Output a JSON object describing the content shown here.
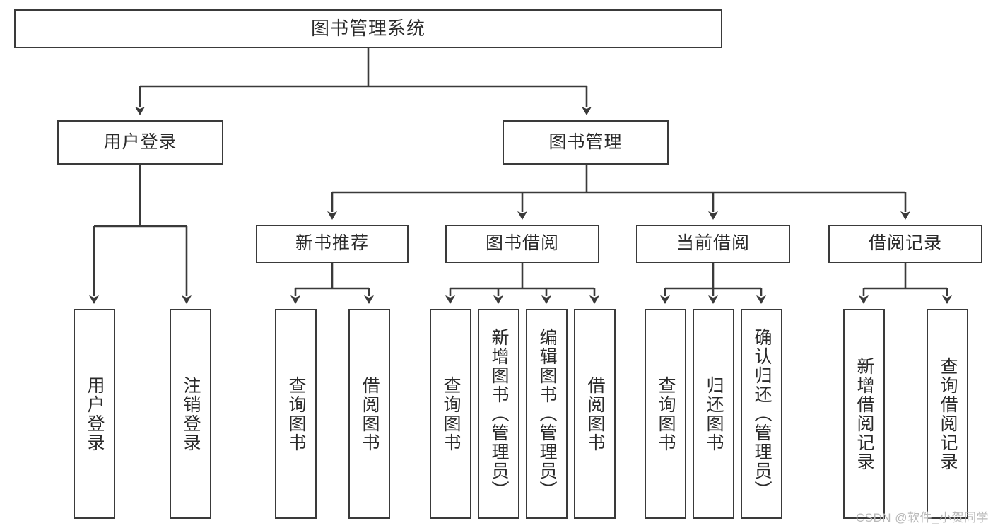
{
  "diagram": {
    "title": "图书管理系统",
    "watermark": "CSDN @软件_小贺同学",
    "colors": {
      "stroke": "#3a3a3a",
      "fill": "#ffffff",
      "text": "#2a2a2a",
      "watermark": "#b9b9b9"
    },
    "root": {
      "label": "图书管理系统"
    },
    "level1": [
      {
        "label": "用户登录"
      },
      {
        "label": "图书管理"
      }
    ],
    "level2": [
      {
        "label": "新书推荐"
      },
      {
        "label": "图书借阅"
      },
      {
        "label": "当前借阅"
      },
      {
        "label": "借阅记录"
      }
    ],
    "leaves": [
      {
        "label": "用户登录"
      },
      {
        "label": "注销登录"
      },
      {
        "label": "查询图书"
      },
      {
        "label": "借阅图书"
      },
      {
        "label": "查询图书"
      },
      {
        "label": "新增图书（管理员）"
      },
      {
        "label": "编辑图书（管理员）"
      },
      {
        "label": "借阅图书"
      },
      {
        "label": "查询图书"
      },
      {
        "label": "归还图书"
      },
      {
        "label": "确认归还（管理员）"
      },
      {
        "label": "新增借阅记录"
      },
      {
        "label": "查询借阅记录"
      }
    ]
  }
}
